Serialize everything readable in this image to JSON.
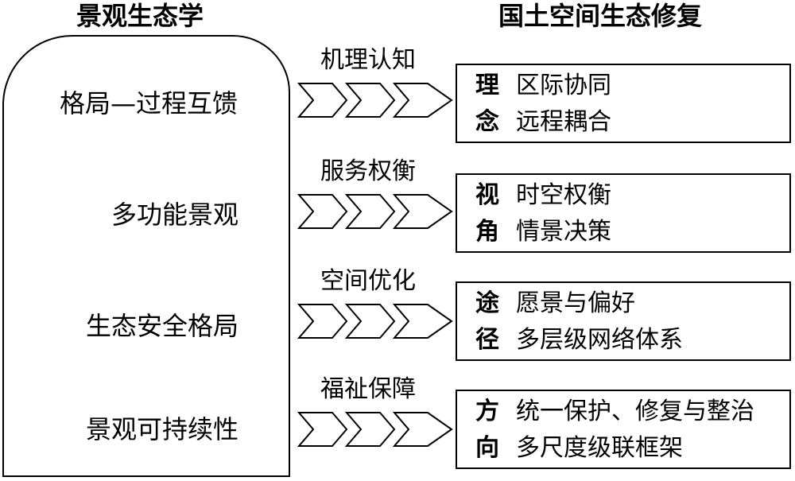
{
  "headings": {
    "left": "景观生态学",
    "right": "国土空间生态修复"
  },
  "left_items": [
    "格局—过程互馈",
    "多功能景观",
    "生态安全格局",
    "景观可持续性"
  ],
  "connectors": [
    "机理认知",
    "服务权衡",
    "空间优化",
    "福祉保障"
  ],
  "right_boxes": [
    {
      "key_top": "理",
      "key_bottom": "念",
      "line1": "区际协同",
      "line2": "远程耦合"
    },
    {
      "key_top": "视",
      "key_bottom": "角",
      "line1": "时空权衡",
      "line2": "情景决策"
    },
    {
      "key_top": "途",
      "key_bottom": "径",
      "line1": "愿景与偏好",
      "line2": "多层级网络体系"
    },
    {
      "key_top": "方",
      "key_bottom": "向",
      "line1": "统一保护、修复与整治",
      "line2": "多尺度级联框架"
    }
  ]
}
